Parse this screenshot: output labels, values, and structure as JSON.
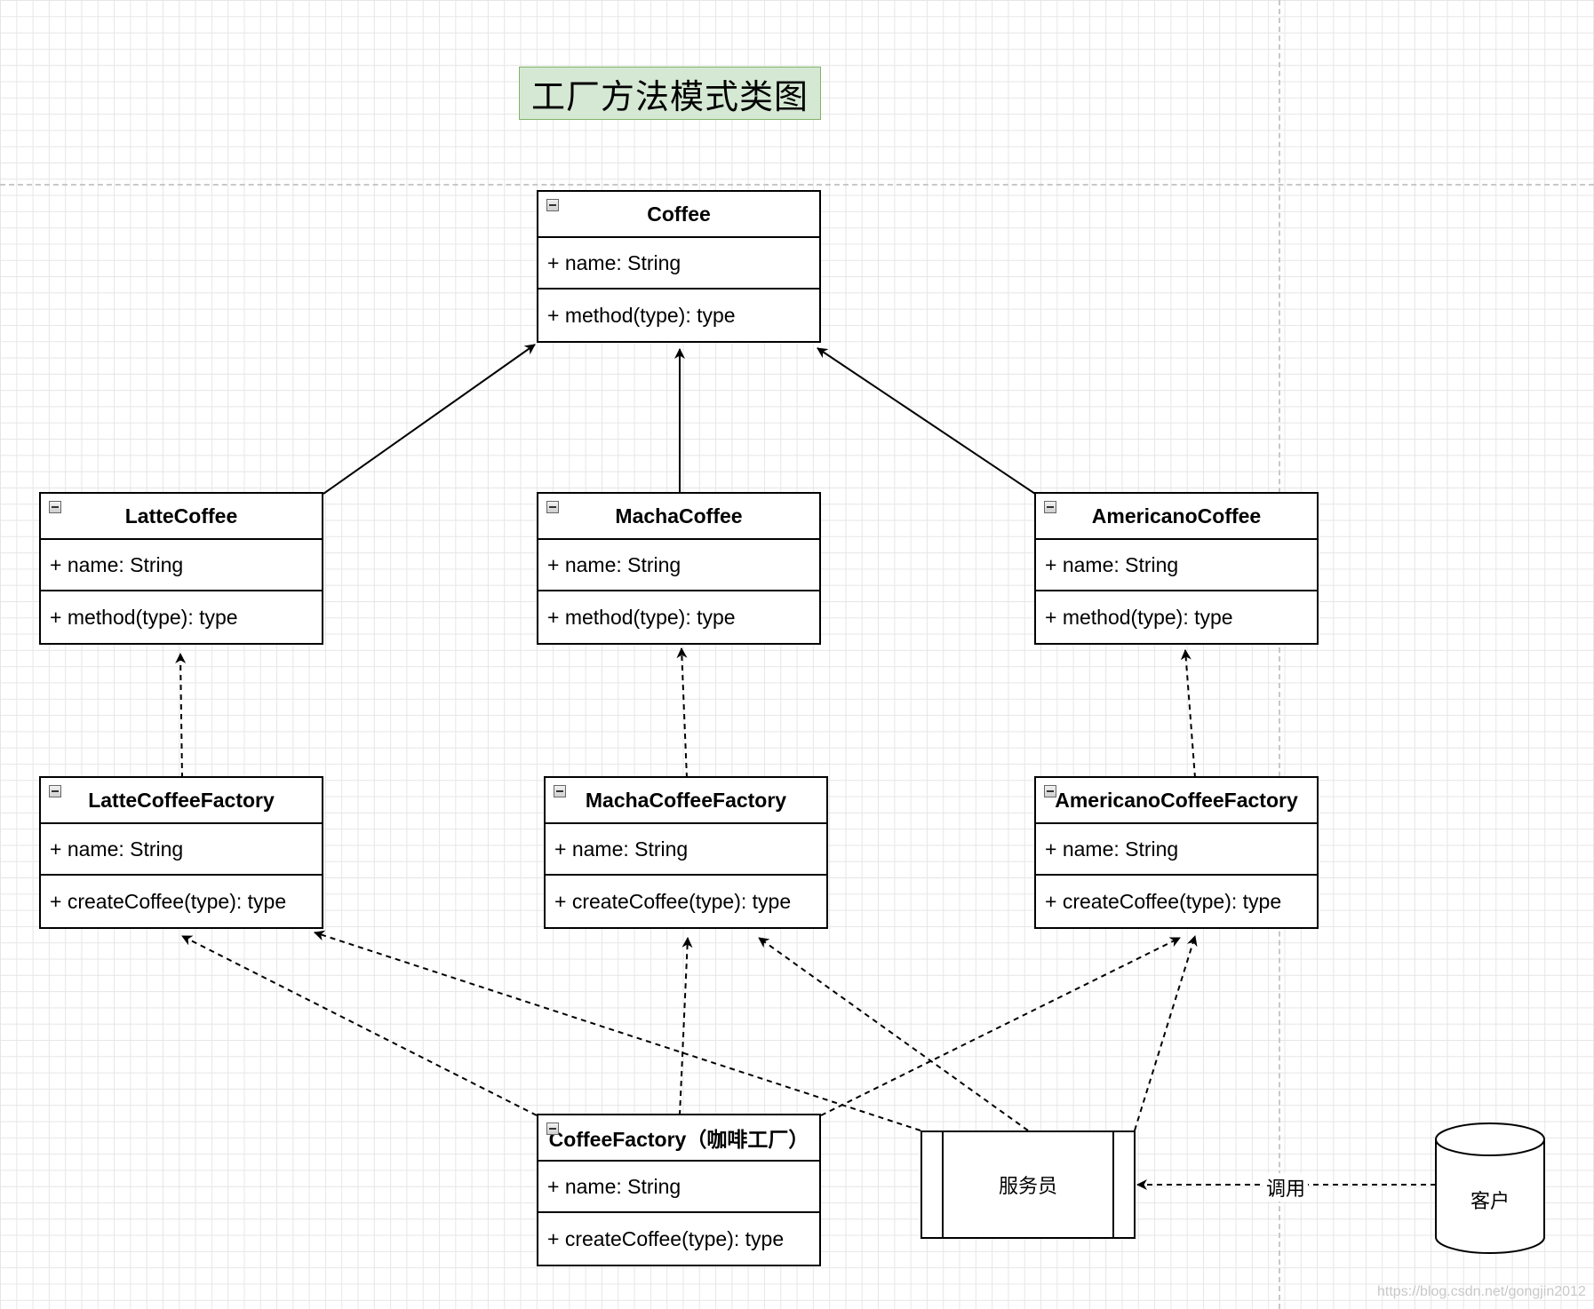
{
  "diagram": {
    "title": "工厂方法模式类图",
    "classes": {
      "coffee": {
        "name": "Coffee",
        "attribute": "+ name: String",
        "method": "+ method(type): type"
      },
      "latte": {
        "name": "LatteCoffee",
        "attribute": "+ name: String",
        "method": "+ method(type): type"
      },
      "macha": {
        "name": "MachaCoffee",
        "attribute": "+ name: String",
        "method": "+ method(type): type"
      },
      "americano": {
        "name": "AmericanoCoffee",
        "attribute": "+ name: String",
        "method": "+ method(type): type"
      },
      "latte_factory": {
        "name": "LatteCoffeeFactory",
        "attribute": "+ name: String",
        "method": "+ createCoffee(type): type"
      },
      "macha_factory": {
        "name": "MachaCoffeeFactory",
        "attribute": "+ name: String",
        "method": "+ createCoffee(type): type"
      },
      "americano_factory": {
        "name": "AmericanoCoffeeFactory",
        "attribute": "+ name: String",
        "method": "+ createCoffee(type): type"
      },
      "coffee_factory": {
        "name": "CoffeeFactory（咖啡工厂）",
        "attribute": "+ name: String",
        "method": "+ createCoffee(type): type"
      }
    },
    "waiter_label": "服务员",
    "customer_label": "客户",
    "call_label": "调用",
    "colors": {
      "title_fill": "#d5e8d4",
      "title_stroke": "#82b366",
      "grid": "#e6e6e6"
    }
  },
  "watermark": "https://blog.csdn.net/gongjin2012"
}
